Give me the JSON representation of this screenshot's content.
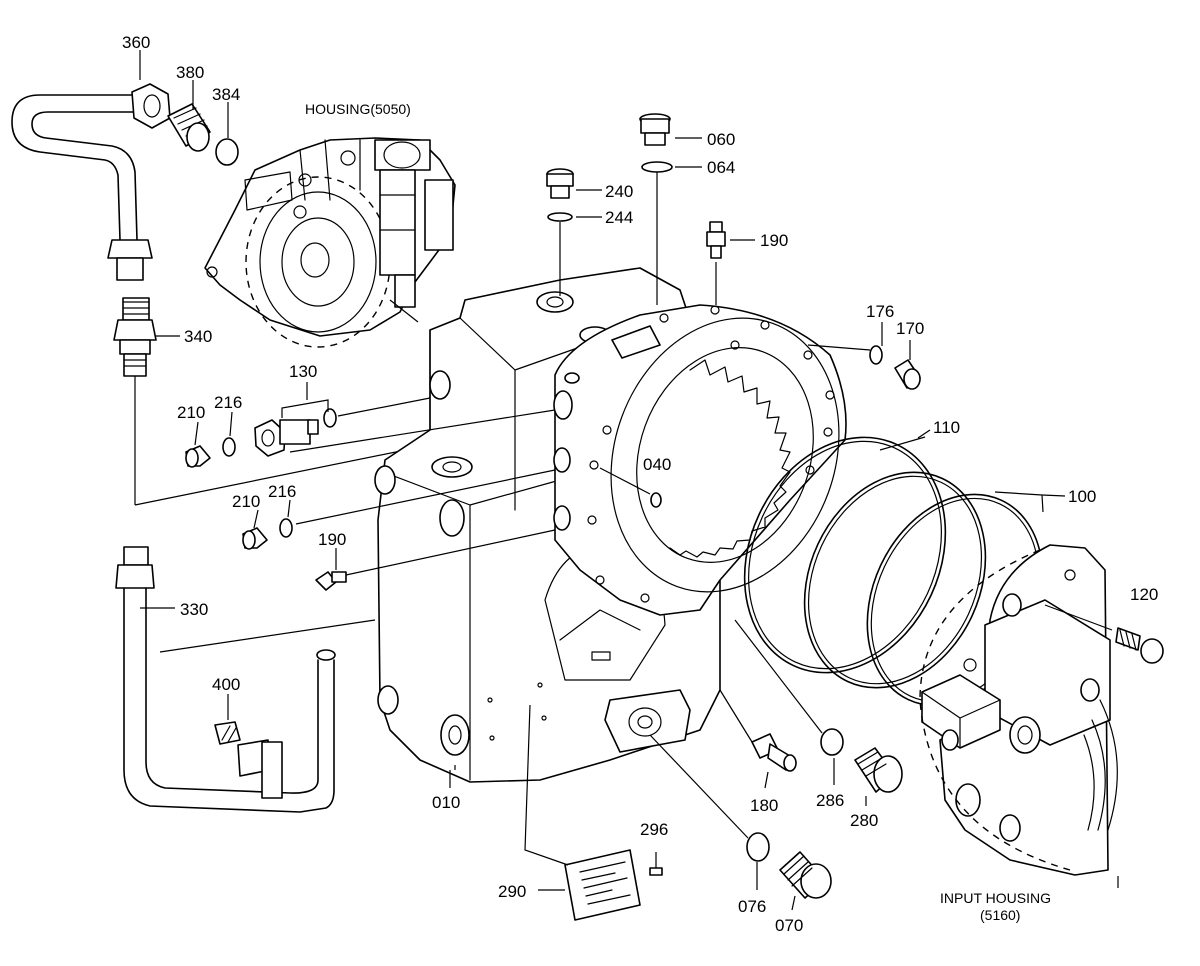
{
  "callouts": {
    "c010": "010",
    "c040": "040",
    "c060": "060",
    "c064": "064",
    "c070": "070",
    "c076": "076",
    "c100": "100",
    "c110": "110",
    "c120": "120",
    "c130": "130",
    "c170": "170",
    "c176": "176",
    "c180": "180",
    "c190a": "190",
    "c190b": "190",
    "c210a": "210",
    "c210b": "210",
    "c216a": "216",
    "c216b": "216",
    "c240": "240",
    "c244": "244",
    "c280": "280",
    "c286": "286",
    "c290": "290",
    "c296": "296",
    "c330": "330",
    "c340": "340",
    "c360": "360",
    "c380": "380",
    "c384": "384",
    "c400": "400"
  },
  "housing_label": "HOUSING(5050)",
  "input_housing_label": [
    "INPUT HOUSING",
    "(5160)"
  ]
}
